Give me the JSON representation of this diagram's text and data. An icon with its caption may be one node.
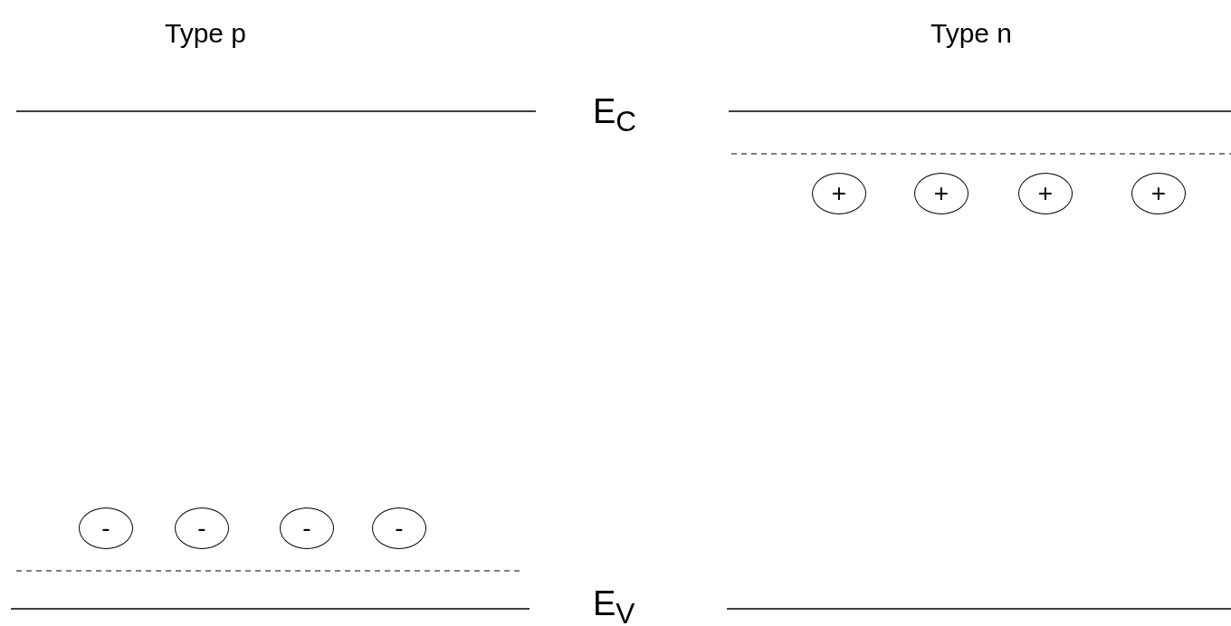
{
  "diagram": {
    "nodes": [
      {
        "text": [
          "-"
        ]
      },
      {
        "text": [
          "-"
        ]
      },
      {
        "text": [
          "-"
        ]
      },
      {
        "text": [
          "-"
        ]
      },
      {
        "text": [
          "+"
        ]
      },
      {
        "text": [
          "+"
        ]
      },
      {
        "text": [
          "+"
        ]
      },
      {
        "text": [
          "+"
        ]
      }
    ],
    "edges": [],
    "labels": [
      "Type p",
      "Type n",
      "E$_{C}$",
      "E$_{V}$"
    ]
  }
}
